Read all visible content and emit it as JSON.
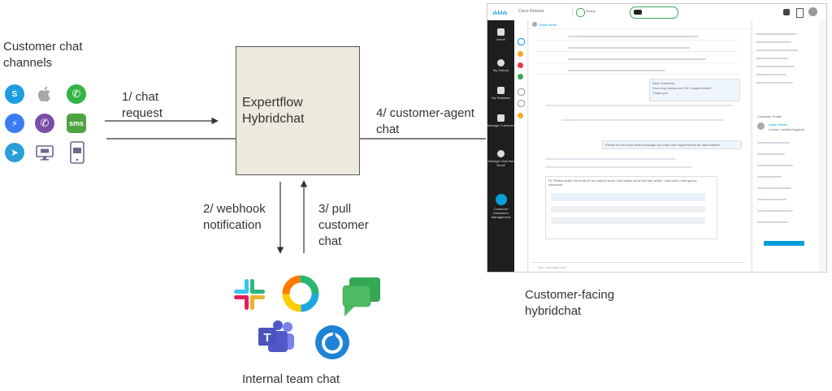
{
  "channels": {
    "title_line1": "Customer chat",
    "title_line2": "channels",
    "icons": [
      {
        "name": "skype",
        "color": "#1d9ee3",
        "glyph": "S"
      },
      {
        "name": "apple",
        "color": "#a7a7a7",
        "glyph": ""
      },
      {
        "name": "whatsapp",
        "color": "#33b345",
        "glyph": "✆"
      },
      {
        "name": "messenger",
        "color": "#3b7cf3",
        "glyph": "⚡"
      },
      {
        "name": "viber",
        "color": "#7a4ea6",
        "glyph": "✆"
      },
      {
        "name": "sms",
        "color": "#4fa33f",
        "glyph": "sms"
      },
      {
        "name": "telegram",
        "color": "#2a9ed8",
        "glyph": "➤"
      },
      {
        "name": "web-chat",
        "color": "#6b6b8f",
        "glyph": "▭"
      },
      {
        "name": "mobile-chat",
        "color": "#6b6b8f",
        "glyph": "▯"
      }
    ]
  },
  "hub": {
    "line1": "Expertflow",
    "line2": "Hybridchat"
  },
  "arrows": {
    "a1_line1": "1/ chat",
    "a1_line2": "request",
    "a2_line1": "2/ webhook",
    "a2_line2": "notification",
    "a3_line1": "3/ pull",
    "a3_line2": "customer",
    "a3_line3": "chat",
    "a4_line1": "4/ customer-agent",
    "a4_line2": "chat"
  },
  "team": {
    "caption": "Internal team chat",
    "icons": [
      "slack-icon",
      "webex-icon",
      "google-chat-icon",
      "teams-icon",
      "mattermost-icon"
    ]
  },
  "finesse": {
    "caption_line1": "Customer-facing",
    "caption_line2": "hybridchat",
    "brand": "cisco",
    "app_title": "Cisco Finesse",
    "status": "Ready",
    "agent_name": "Adam Bixler",
    "side_items": [
      "Home",
      "My History",
      "My Statistics",
      "Manage Customer",
      "Manage Chat And Email",
      "Customer Interaction Management"
    ],
    "messages": [
      "Dear Customer,",
      "How may contact our 24/7 support team?",
      "Thank you.",
      "Please let me know which package you want and requirements for data transfer",
      "Hi. Please share the email ID for support team. Also share some number where I can call in emergency situations."
    ],
    "profile_title": "Customer Profile",
    "profile_name": "Adam Starter",
    "profile_sub": "London, United Kingdom",
    "compose_placeholder": "Type message here"
  }
}
